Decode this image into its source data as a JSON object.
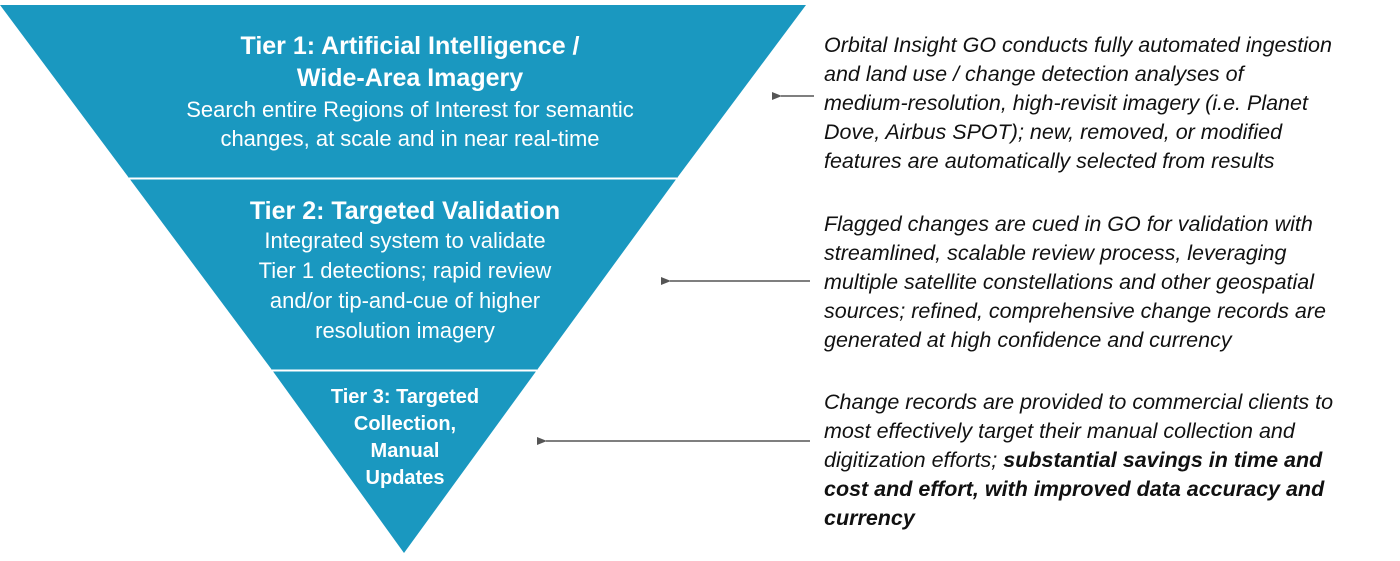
{
  "colors": {
    "pyramid_fill": "#1a98c0",
    "divider": "#ffffff",
    "text_on_pyramid": "#ffffff",
    "description_text": "#111111",
    "arrow": "#555555"
  },
  "tiers": [
    {
      "heading_lines": [
        "Tier 1: Artificial Intelligence /",
        "Wide-Area Imagery"
      ],
      "body_lines": [
        "Search entire Regions of Interest for semantic",
        "changes, at scale and in near real-time"
      ]
    },
    {
      "heading_lines": [
        "Tier 2: Targeted Validation"
      ],
      "body_lines": [
        "Integrated system to validate",
        "Tier 1 detections; rapid review",
        "and/or tip-and-cue of higher",
        "resolution imagery"
      ]
    },
    {
      "heading_lines": [
        "Tier 3: Targeted",
        "Collection,",
        "Manual",
        "Updates"
      ],
      "body_lines": []
    }
  ],
  "descriptions": [
    {
      "lines": [
        "Orbital Insight GO conducts fully automated ingestion",
        "and land use / change detection analyses of",
        "medium-resolution, high-revisit imagery (i.e. Planet",
        "Dove, Airbus SPOT); new, removed, or modified",
        "features are automatically selected from results"
      ],
      "bold_tail": "",
      "bold_lines": []
    },
    {
      "lines": [
        "Flagged changes are cued in GO for validation with",
        "streamlined, scalable review process, leveraging",
        "multiple satellite constellations and other geospatial",
        "sources; refined, comprehensive change records are",
        "generated at high confidence and currency"
      ],
      "bold_tail": "",
      "bold_lines": []
    },
    {
      "lines": [
        "Change records are provided to commercial clients to",
        "most effectively target their manual collection and",
        "digitization efforts; "
      ],
      "bold_tail": "substantial savings in time and",
      "bold_lines": [
        "cost and effort, with improved data accuracy and",
        "currency"
      ]
    }
  ]
}
